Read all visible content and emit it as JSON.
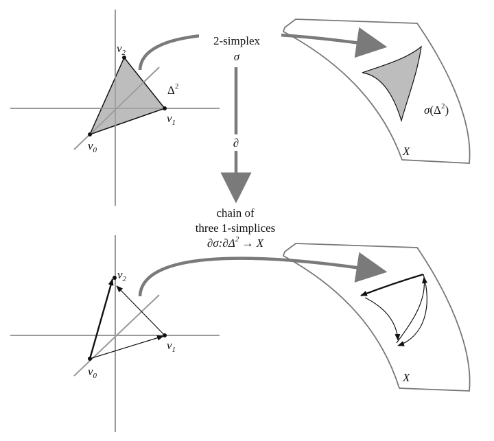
{
  "top": {
    "vertex_names": [
      "v",
      "v",
      "v"
    ],
    "vertex_subscripts": [
      "0",
      "1",
      "2"
    ],
    "simplex_symbol": "Δ",
    "simplex_exponent": "2",
    "map_label_line1": "2-simplex",
    "map_label_line2": "σ",
    "image_label_sigma": "σ",
    "image_label_open": "(Δ",
    "image_label_exponent": "2",
    "image_label_close": ")",
    "space_label": "X"
  },
  "boundary": {
    "operator": "∂",
    "line1": "chain of",
    "line2": "three 1-simplices",
    "line3_part1": "∂σ:∂Δ",
    "line3_exponent": "2",
    "line3_part2": " → X"
  },
  "bottom": {
    "vertex_names": [
      "v",
      "v",
      "v"
    ],
    "vertex_subscripts": [
      "0",
      "1",
      "2"
    ],
    "space_label": "X"
  },
  "colors": {
    "axis": "#999999",
    "arrow": "#7a7a7a",
    "fill": "#bdbdbd",
    "ink": "#111111"
  }
}
